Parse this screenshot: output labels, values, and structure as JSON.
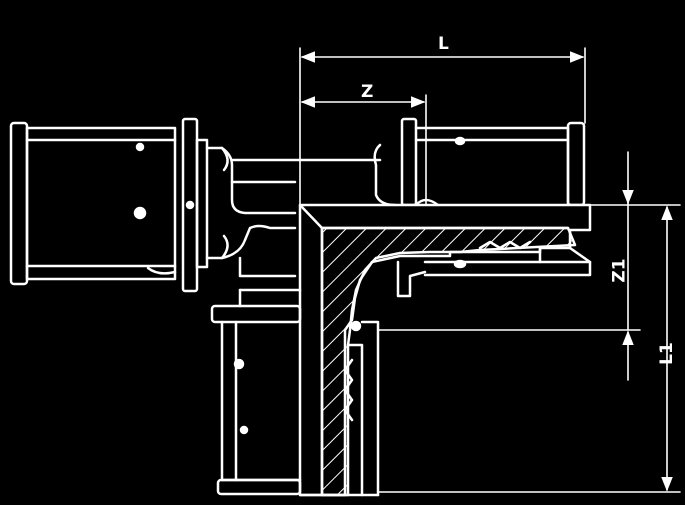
{
  "drawing": {
    "dimension_labels": {
      "L": "L",
      "Z": "Z",
      "Z1": "Z1",
      "L1": "L1"
    },
    "stroke_color": "#ffffff",
    "background_color": "#000000"
  }
}
